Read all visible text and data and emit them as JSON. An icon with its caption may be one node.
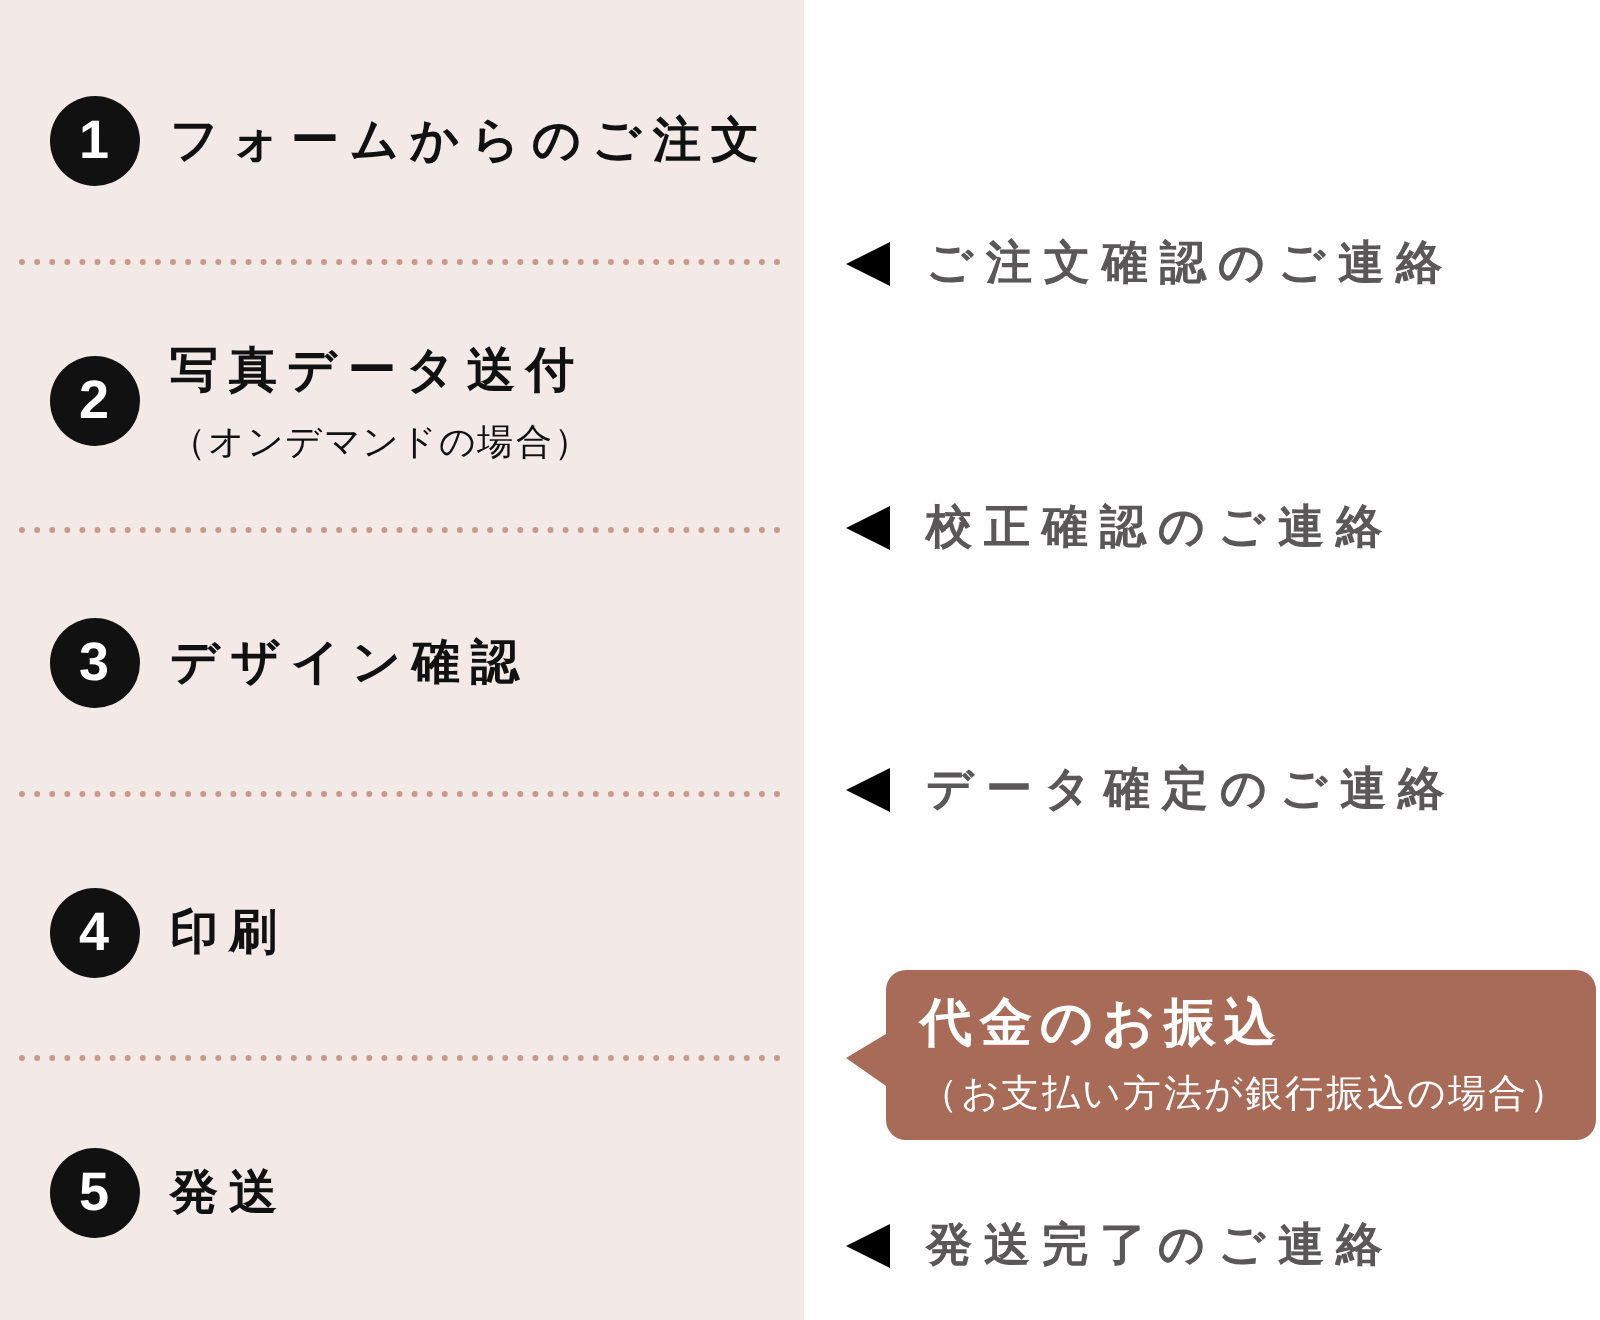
{
  "diagram": {
    "nodes": [
      {
        "text": [
          "1"
        ],
        "beside": [
          "フォームからのご注文"
        ]
      },
      {
        "text": [
          "2"
        ],
        "beside": [
          "写真データ送付",
          "（オンデマンドの場合）"
        ]
      },
      {
        "text": [
          "3"
        ],
        "beside": [
          "デザイン確認"
        ]
      },
      {
        "text": [
          "4"
        ],
        "beside": [
          "印刷"
        ]
      },
      {
        "text": [
          "5"
        ],
        "beside": [
          "発送"
        ]
      },
      {
        "text": [
          "代金のお振込",
          "（お支払い方法が銀行振込の場合）"
        ]
      }
    ],
    "labels": [
      "ご注文確認のご連絡",
      "校正確認のご連絡",
      "データ確定のご連絡",
      "発送完了のご連絡"
    ]
  }
}
